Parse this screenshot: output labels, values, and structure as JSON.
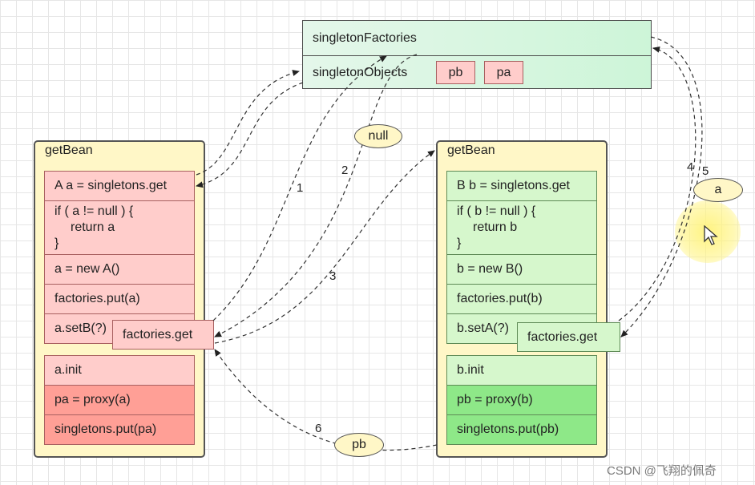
{
  "cache_panel": {
    "factories_label": "singletonFactories",
    "objects_label": "singletonObjects",
    "objects_items": [
      "pb",
      "pa"
    ]
  },
  "bean_a": {
    "title": "getBean",
    "rows": {
      "get": "A a = singletons.get",
      "check_line1": "if ( a != null ) {",
      "check_line2": "return a",
      "check_line3": "}",
      "create": "a = new A()",
      "put_factory": "factories.put(a)",
      "set": "a.setB(?)",
      "init": "a.init",
      "proxy": "pa = proxy(a)",
      "put_singleton": "singletons.put(pa)"
    },
    "popup": "factories.get"
  },
  "bean_b": {
    "title": "getBean",
    "rows": {
      "get": "B b = singletons.get",
      "check_line1": "if ( b != null ) {",
      "check_line2": "return b",
      "check_line3": "}",
      "create": "b = new B()",
      "put_factory": "factories.put(b)",
      "set": "b.setA(?)",
      "init": "b.init",
      "proxy": "pb = proxy(b)",
      "put_singleton": "singletons.put(pb)"
    },
    "popup": "factories.get"
  },
  "ovals": {
    "null": "null",
    "a": "a",
    "pb": "pb"
  },
  "step_numbers": [
    "1",
    "2",
    "3",
    "4",
    "5",
    "6"
  ],
  "watermark": "CSDN @飞翔的佩奇",
  "colors": {
    "red_light": "#ffcdcb",
    "red_dark": "#ff9f96",
    "green_light": "#d6f7cc",
    "green_dark": "#8ee888",
    "container": "#fff7c7",
    "cursor_highlight": "#fff37a"
  }
}
